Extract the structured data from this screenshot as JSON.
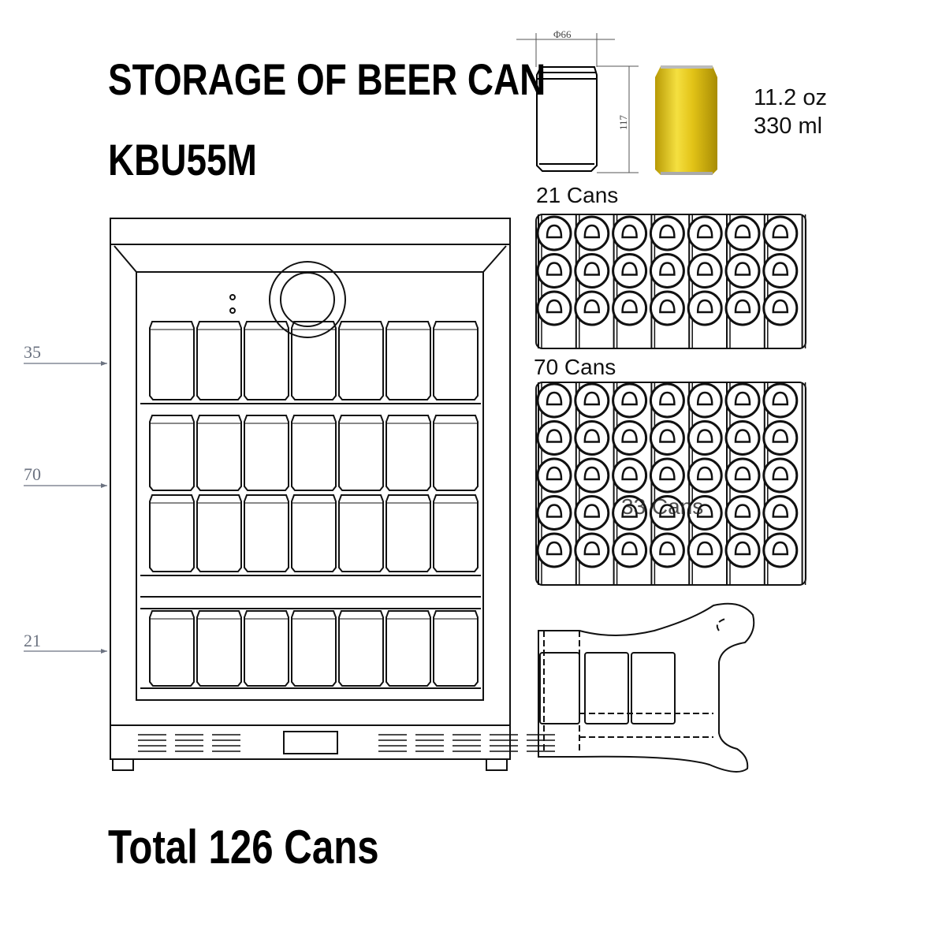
{
  "header": {
    "title": "STORAGE OF BEER CAN",
    "model": "KBU55M"
  },
  "can_spec": {
    "diameter_label": "Φ66",
    "height_label": "117",
    "volume_oz": "11.2 oz",
    "volume_ml": "330 ml",
    "can_color": "#e6c617"
  },
  "side_labels": [
    "35",
    "70",
    "21"
  ],
  "top_views": [
    {
      "label": "21 Cans",
      "rows": 3,
      "cols": 7
    },
    {
      "label": "70 Cans",
      "rows": 5,
      "cols": 7,
      "overlay_label": "33 Cans"
    }
  ],
  "fridge": {
    "shelf_rows": [
      7,
      7,
      7,
      7
    ]
  },
  "footer": {
    "total": "Total 126 Cans"
  }
}
